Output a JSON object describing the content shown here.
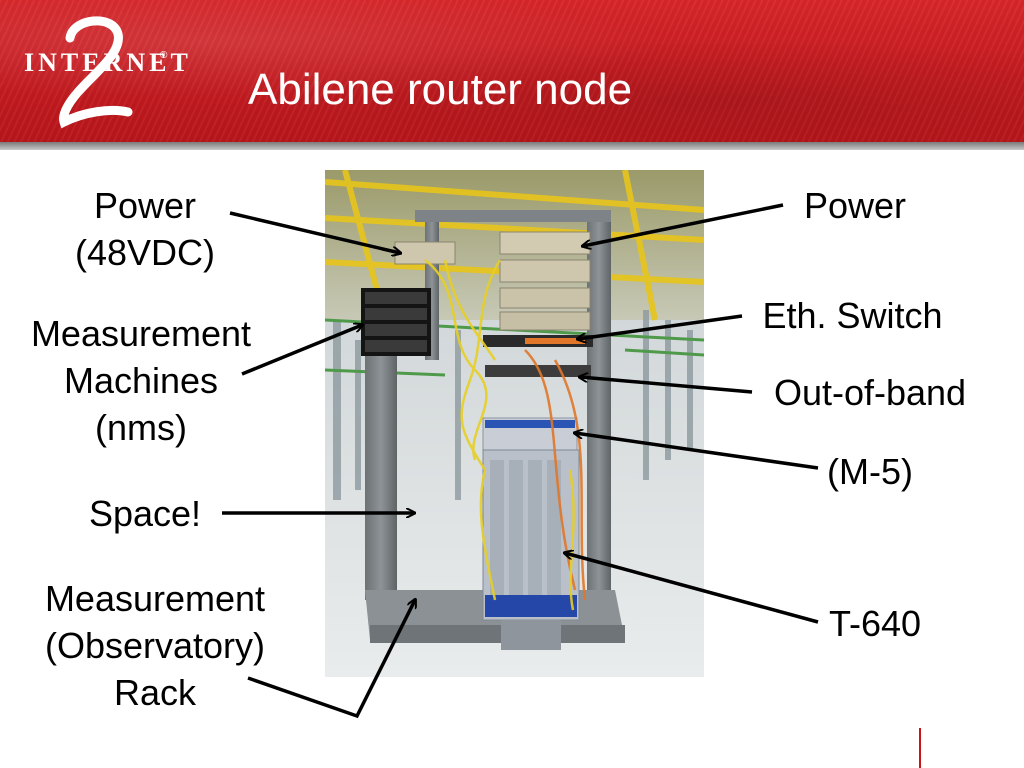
{
  "slide": {
    "title": "Abilene router node",
    "logo_text": "INTERNET",
    "logo_digit": "2",
    "logo_reg": "®"
  },
  "labels": {
    "power_48vdc_line1": "Power",
    "power_48vdc_line2": "(48VDC)",
    "measurement_machines_line1": "Measurement",
    "measurement_machines_line2": "Machines",
    "measurement_machines_line3": "(nms)",
    "space": "Space!",
    "observatory_rack_line1": "Measurement",
    "observatory_rack_line2": "(Observatory)",
    "observatory_rack_line3": "Rack",
    "power_right": "Power",
    "eth_switch": "Eth. Switch",
    "out_of_band": "Out-of-band",
    "m5": "(M-5)",
    "t640": "T-640"
  },
  "colors": {
    "header_red": "#c91d22",
    "arrow": "#000000",
    "title_text": "#ffffff"
  }
}
